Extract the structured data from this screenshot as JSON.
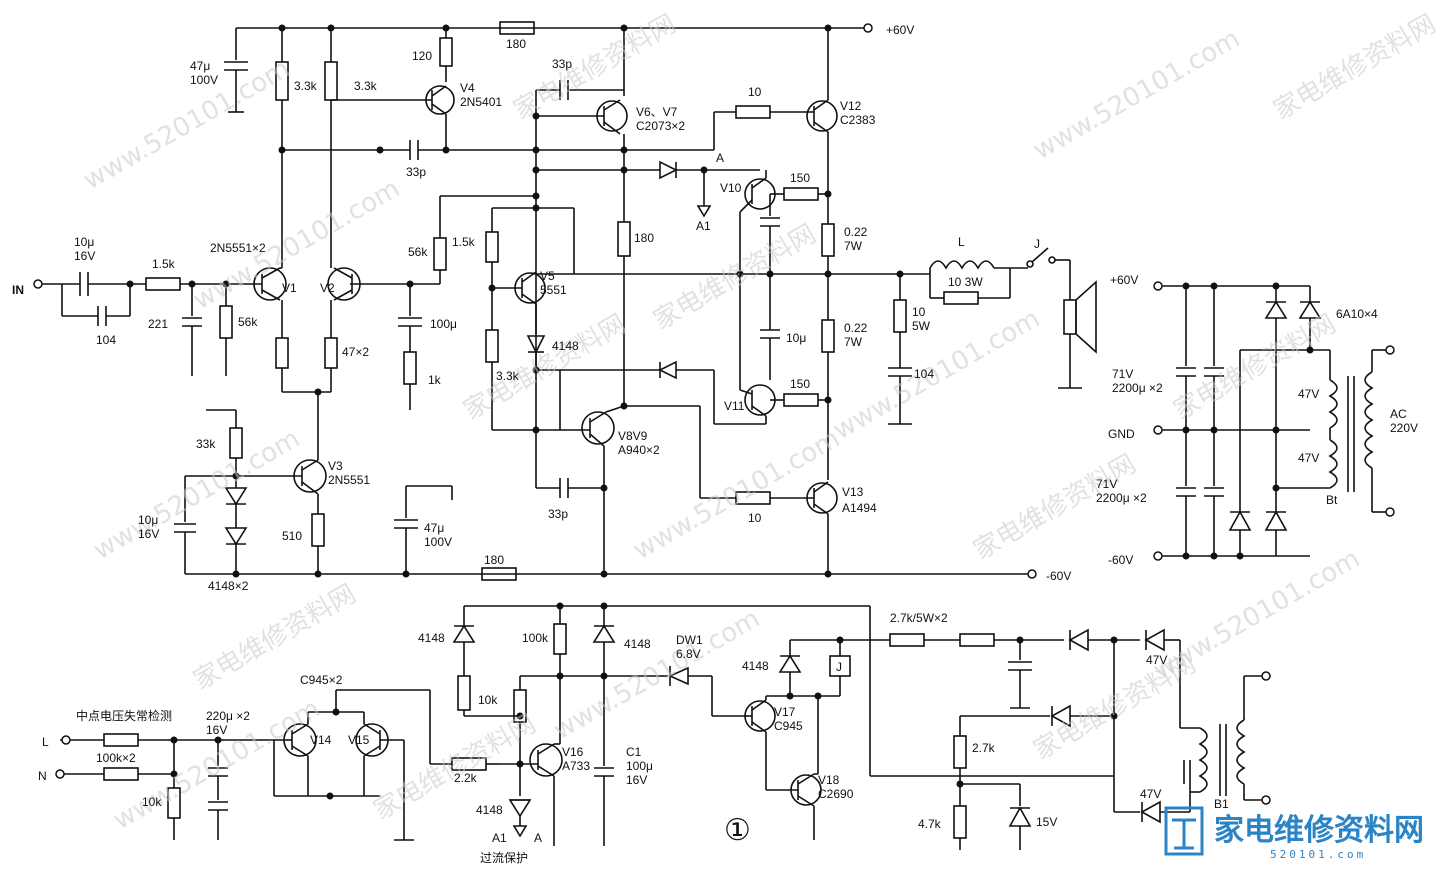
{
  "top_amp": {
    "rails": {
      "pos": "+60V",
      "neg": "-60V"
    },
    "input": {
      "label": "IN",
      "cap_in": "10μ\n16V",
      "r_in": "1.5k",
      "c_bypass": "104",
      "c_221": "221",
      "r_56k": "56k"
    },
    "diff_pair": {
      "label": "2N5551×2",
      "v1": "V1",
      "v2": "V2",
      "r_col1": "3.3k",
      "r_col2": "3.3k",
      "r_emit": "47×2"
    },
    "v4": {
      "name": "V4",
      "type": "2N5401",
      "r": "120"
    },
    "r_180_top": "180",
    "cap_47": "47μ\n100V",
    "c33_a": "33p",
    "c33_b": "33p",
    "c33_c": "33p",
    "feedback": {
      "r_56k": "56k",
      "c_100u": "100μ",
      "r_1k": "1k"
    },
    "v5": {
      "name": "V5",
      "type": "5551",
      "r_top": "1.5k",
      "r_bot": "3.3k",
      "diode": "4148"
    },
    "v3": {
      "name": "V3",
      "type": "2N5551",
      "r_33k": "33k",
      "r_510": "510",
      "diodes": "4148×2",
      "cap": "10μ\n16V"
    },
    "cap_47_bottom": "47μ\n100V",
    "r_180_bottom": "180",
    "r_180_mid": "180",
    "v6v7": {
      "name": "V6、V7",
      "type": "C2073×2"
    },
    "v8v9": {
      "name": "V8V9",
      "type": "A940×2"
    },
    "v10": "V10",
    "v11": "V11",
    "v12": {
      "name": "V12",
      "type": "C2383",
      "r_base": "10"
    },
    "v13": {
      "name": "V13",
      "type": "A1494",
      "r_base": "10"
    },
    "r150_a": "150",
    "r150_b": "150",
    "re_top": "0.22\n7W",
    "re_bot": "0.22\n7W",
    "c10u": "10μ",
    "node_a": "A",
    "node_a1": "A1",
    "zobel": {
      "r": "10\n5W",
      "c": "104"
    },
    "inductor": {
      "label": "L",
      "r": "10  3W"
    },
    "relay_contact": "J"
  },
  "psu": {
    "pos": "+60V",
    "gnd": "GND",
    "neg": "-60V",
    "cap_top": "71V\n2200μ ×2",
    "cap_bot": "71V\n2200μ ×2",
    "bridge": "6A10×4",
    "sec_top": "47V",
    "sec_bot": "47V",
    "transformer": "Bt",
    "ac": "AC\n220V"
  },
  "protect": {
    "title": "中点电压失常检测",
    "l": "L",
    "n": "N",
    "r_100k": "100k×2",
    "r_10k": "10k",
    "caps": "220μ ×2\n16V",
    "q_pair": "C945×2",
    "v14": "V14",
    "v15": "V15",
    "r_2k2": "2.2k",
    "d4148_a": "4148",
    "d4148_b": "4148",
    "d4148_c": "4148",
    "d4148_d": "4148",
    "r_10k_b": "10k",
    "r_100k_b": "100k",
    "v16": {
      "name": "V16",
      "type": "A733"
    },
    "c1": "C1\n100μ\n16V",
    "dw1": "DW1\n6.8V",
    "v17": {
      "name": "V17",
      "type": "C945"
    },
    "v18": {
      "name": "V18",
      "type": "C2690"
    },
    "relay": "J",
    "r_feed": "2.7k/5W×2",
    "r_27k": "2.7k",
    "r_47k": "4.7k",
    "zener": "15V",
    "sec_a": "47V",
    "sec_b": "47V",
    "b1": "B1",
    "ocp": "过流保护",
    "ocp_a1": "A1",
    "ocp_a": "A",
    "circle_num": "①"
  },
  "watermark": {
    "site": "www.520101.com",
    "cn": "家电维修资料网"
  },
  "logo": {
    "cn": "家电维修资料网",
    "url": "520101.com"
  }
}
